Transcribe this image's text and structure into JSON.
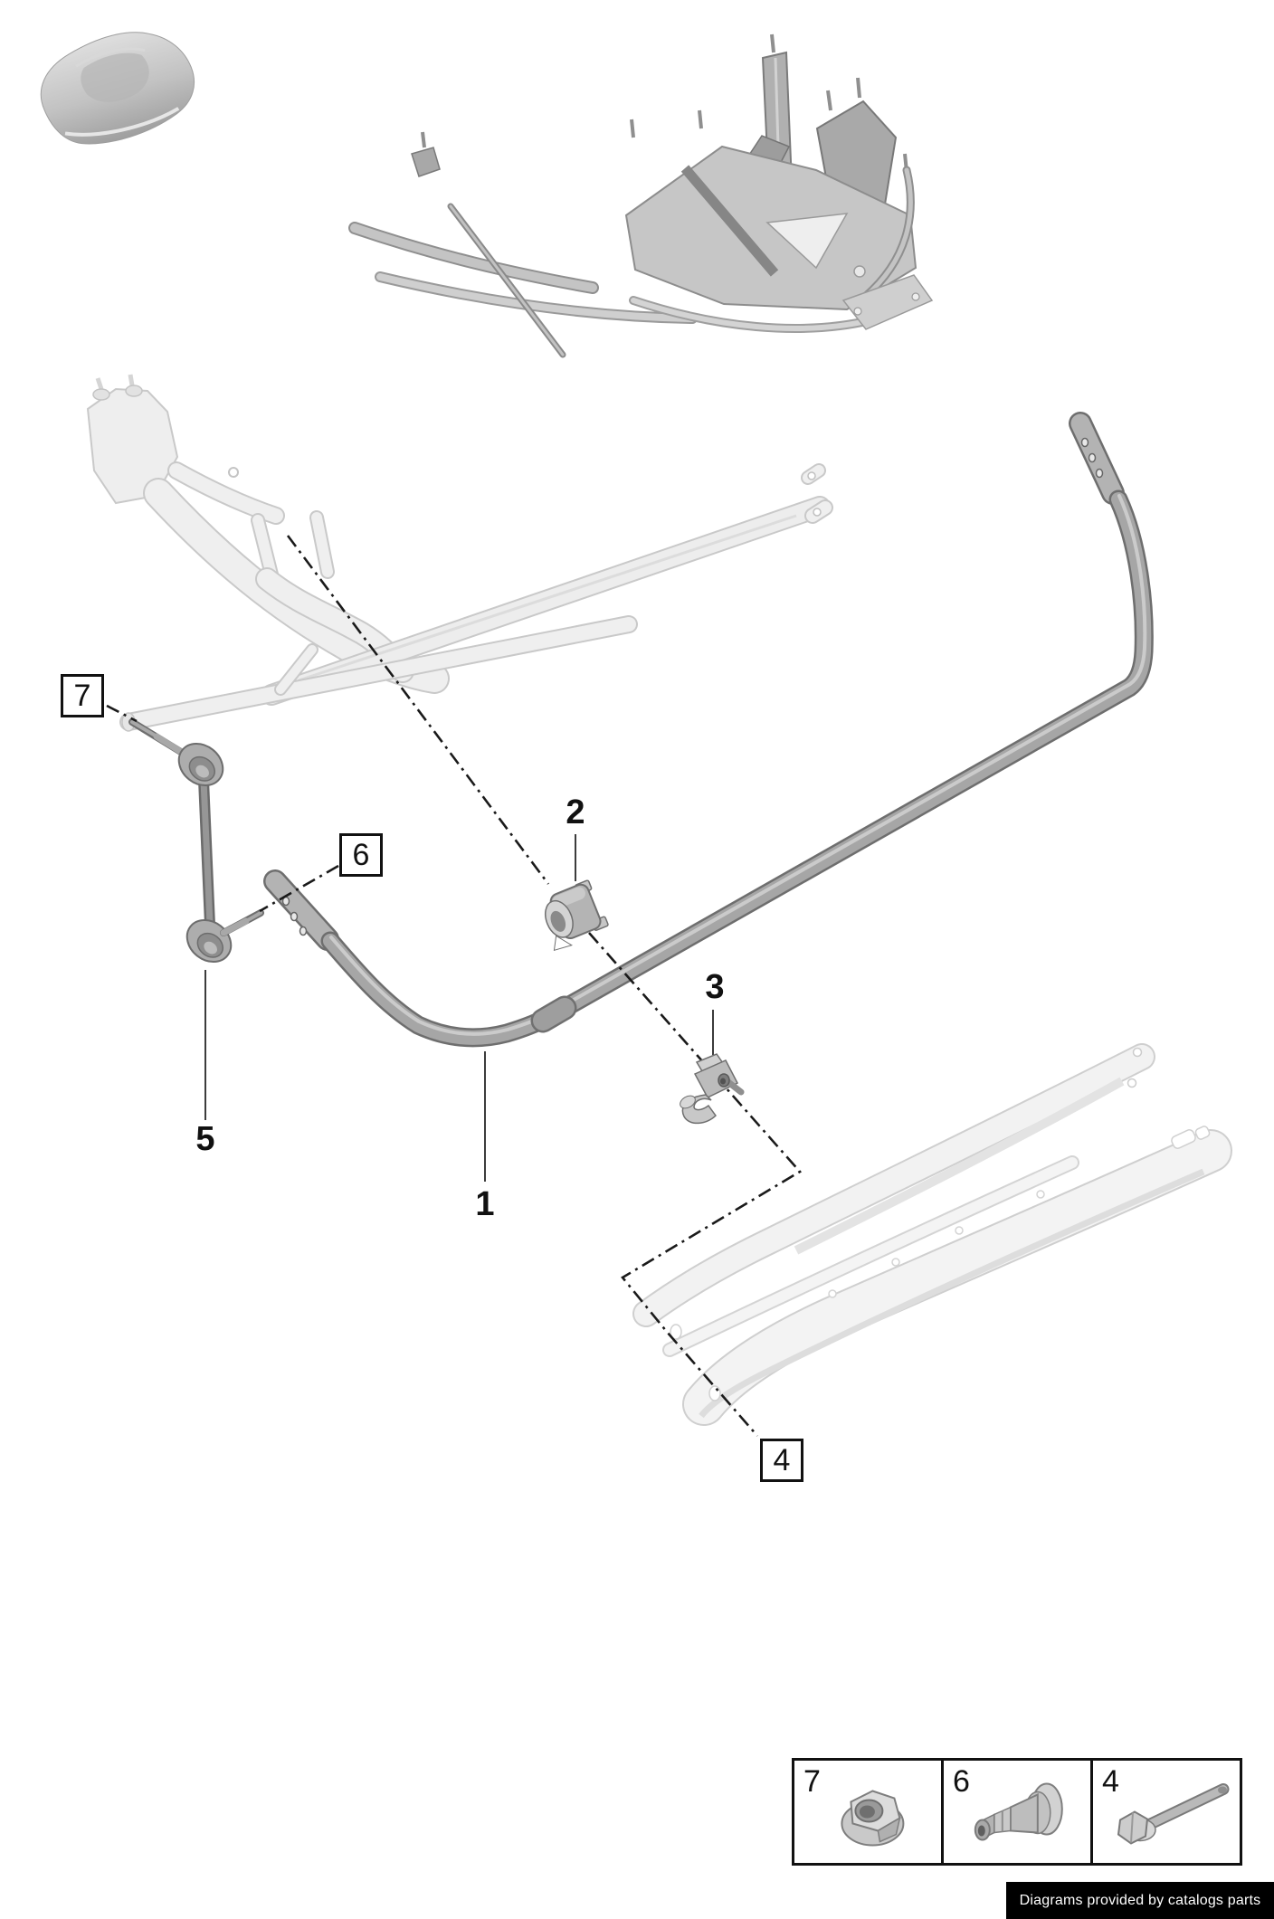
{
  "callouts": {
    "stabilizer_bar": {
      "label": "1",
      "style": "plain"
    },
    "bushing": {
      "label": "2",
      "style": "plain"
    },
    "clamp": {
      "label": "3",
      "style": "plain"
    },
    "bolt": {
      "label": "4",
      "style": "boxed"
    },
    "link": {
      "label": "5",
      "style": "plain"
    },
    "sleeve": {
      "label": "6",
      "style": "boxed"
    },
    "nut": {
      "label": "7",
      "style": "boxed"
    }
  },
  "legend": {
    "cells": [
      {
        "label": "7",
        "icon": "flange-nut-icon"
      },
      {
        "label": "6",
        "icon": "sleeve-nut-icon"
      },
      {
        "label": "4",
        "icon": "hex-bolt-icon"
      }
    ]
  },
  "watermark": {
    "text": "Diagrams provided by catalogs parts",
    "background": "#000000",
    "color": "#ffffff"
  },
  "colors": {
    "leader": "#1a1a1a",
    "part_dark": "#a6a6a6",
    "part_outline": "#6e6e6e",
    "ghost_fill": "#efefef",
    "ghost_outline": "#c9c9c9"
  }
}
